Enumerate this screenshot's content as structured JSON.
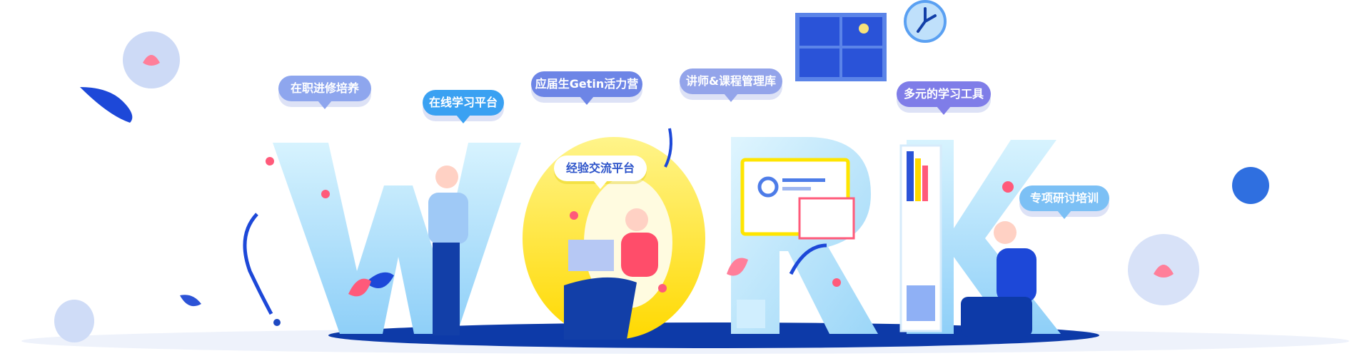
{
  "bubbles": [
    {
      "id": "bubble-zaizhi",
      "label": "在职进修培养"
    },
    {
      "id": "bubble-zaixian",
      "label": "在线学习平台"
    },
    {
      "id": "bubble-yingjie",
      "label": "应届生Getin活力营"
    },
    {
      "id": "bubble-jiangshi",
      "label": "讲师&课程管理库"
    },
    {
      "id": "bubble-duoyuan",
      "label": "多元的学习工具"
    },
    {
      "id": "bubble-jingyan",
      "label": "经验交流平台"
    },
    {
      "id": "bubble-zhuanxiang",
      "label": "专项研讨培训"
    }
  ],
  "colors": {
    "letter_light": "#cfeefd",
    "letter_mid": "#8fd2f8",
    "o_yellow": "#ffe500",
    "ground": "#0d3aa8",
    "accent_blue": "#2f6fe0",
    "leaf_dark": "#1a3fbf",
    "flower_pink": "#ff6b8a"
  }
}
